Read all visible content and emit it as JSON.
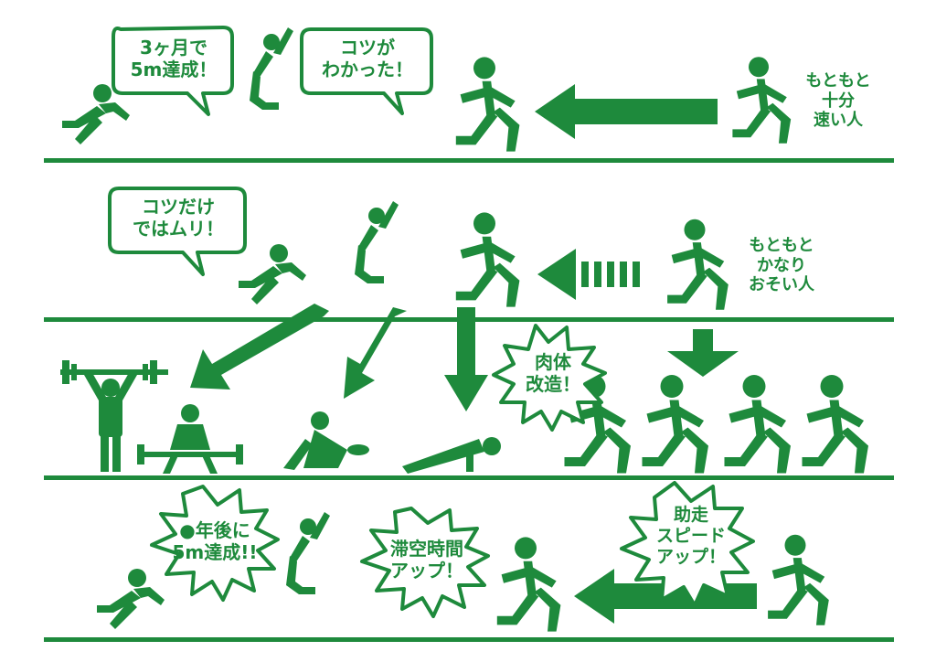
{
  "theme": {
    "green": "#1e8a3c",
    "background": "#ffffff"
  },
  "row1": {
    "bubble_left": "3ヶ月で\n5m達成！",
    "bubble_right": "コツが\nわかった！",
    "side_label": "もともと\n十分\n速い人"
  },
  "row2": {
    "bubble": "コツだけ\nではムリ！",
    "side_label": "もともと\nかなり\nおそい人"
  },
  "row3": {
    "burst": "肉体\n改造！"
  },
  "row4": {
    "burst_left": "●年後に\n5m達成!!",
    "burst_middle": "滞空時間\nアップ！",
    "burst_right": "助走\nスピード\nアップ！"
  },
  "icons": [
    "runner-icon",
    "jumper-icon",
    "landing-icon",
    "weightlifter-icon",
    "squat-icon",
    "situp-icon",
    "pushup-icon",
    "arrow-icon"
  ]
}
